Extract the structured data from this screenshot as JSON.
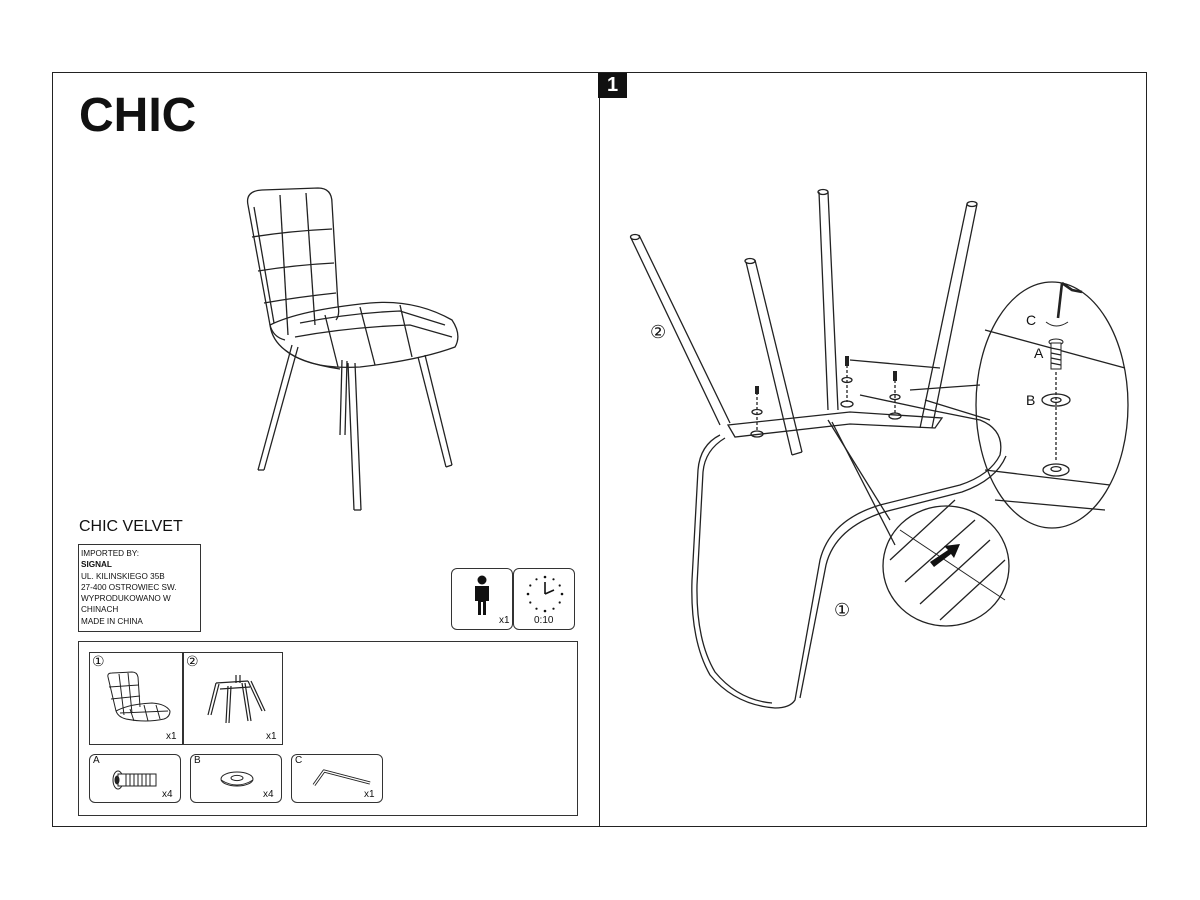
{
  "title": "CHIC",
  "model_name": "CHIC VELVET",
  "importer": {
    "line1": "IMPORTED BY:",
    "line2": "SIGNAL",
    "line3": "UL. KILINSKIEGO 35B",
    "line4": "27-400 OSTROWIEC SW.",
    "line5": "WYPRODUKOWANO W CHINACH",
    "line6": "MADE IN CHINA"
  },
  "assembly": {
    "people_count": "x1",
    "time": "0:10"
  },
  "parts": {
    "seat": {
      "marker": "①",
      "qty": "x1"
    },
    "legs": {
      "marker": "②",
      "qty": "x1"
    },
    "bolt": {
      "letter": "A",
      "qty": "x4"
    },
    "washer": {
      "letter": "B",
      "qty": "x4"
    },
    "key": {
      "letter": "C",
      "qty": "x1"
    }
  },
  "step": {
    "number": "1",
    "label_legs": "②",
    "label_seat": "①",
    "detail_c": "C",
    "detail_a": "A",
    "detail_b": "B"
  }
}
